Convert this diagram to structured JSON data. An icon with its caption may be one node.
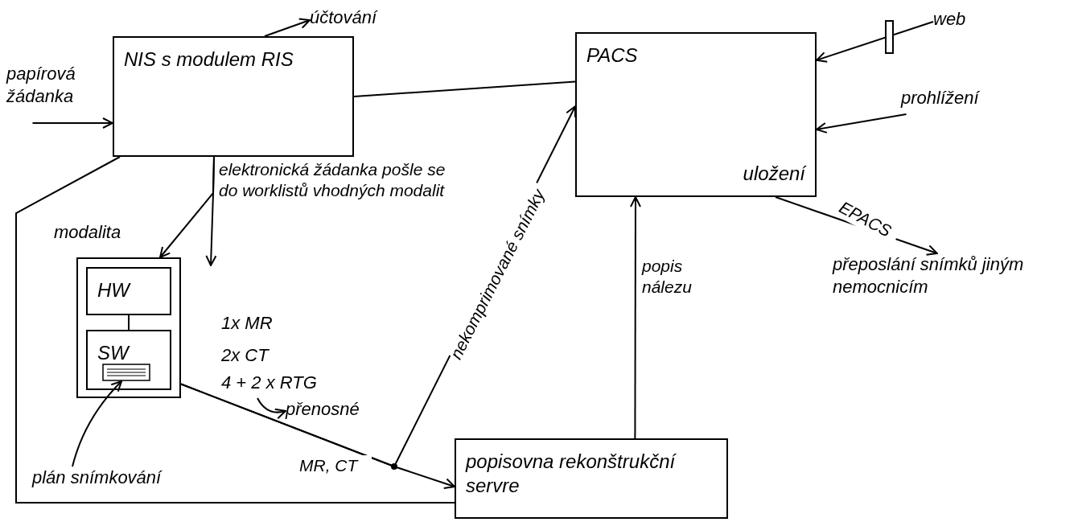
{
  "diagram": {
    "nodes": [
      {
        "text": [
          "papírová žádanka"
        ]
      },
      {
        "text": [
          "NIS s modulem RIS"
        ]
      },
      {
        "text": [
          "účtování"
        ]
      },
      {
        "text": [
          "PACS",
          "uložení"
        ]
      },
      {
        "text": [
          "web"
        ]
      },
      {
        "text": [
          "prohlížení"
        ]
      },
      {
        "text": [
          "přeposlání snímků jiným nemocnicím"
        ]
      },
      {
        "text": [],
        "shape": "box",
        "beside": [
          "modalita"
        ]
      },
      {
        "text": [
          "HW"
        ],
        "in": 7
      },
      {
        "text": [
          "SW"
        ],
        "in": 7
      },
      {
        "text": [],
        "shape": "box",
        "in": 9
      },
      {
        "text": [
          "plán snímkování"
        ]
      },
      {
        "text": [
          "popisovna rekonštrukční servre"
        ]
      },
      {
        "text": [
          "4 + 2 x RTG"
        ]
      },
      {
        "text": [
          "přenosné"
        ]
      }
    ],
    "edges": [
      {
        "from": 0,
        "to": 1,
        "arrow": "to"
      },
      {
        "from": 1,
        "to": 2,
        "arrow": "to"
      },
      {
        "from": 1,
        "to": 3,
        "arrow": "none"
      },
      {
        "from": 1,
        "to": 7,
        "arrow": "to",
        "label": "elektronická žádanka pošle se do worklistů vhodných modalit"
      },
      {
        "from": 1,
        "to": null,
        "arrow": "to"
      },
      {
        "from": 1,
        "to": 12,
        "arrow": "none"
      },
      {
        "from": 7,
        "to": 12,
        "arrow": "to",
        "label": "MR, CT"
      },
      {
        "from": 7,
        "to": 3,
        "arrow": "to",
        "label": "nekomprimované snímky"
      },
      {
        "from": 12,
        "to": 3,
        "arrow": "to",
        "label": "popis nálezu"
      },
      {
        "from": 3,
        "to": 6,
        "arrow": "to",
        "label": "EPACS"
      },
      {
        "from": 4,
        "to": 3,
        "arrow": "to"
      },
      {
        "from": 5,
        "to": 3,
        "arrow": "to"
      },
      {
        "from": 8,
        "to": 9,
        "arrow": "none"
      },
      {
        "from": 11,
        "to": 10,
        "arrow": "to"
      },
      {
        "from": 13,
        "to": 14,
        "arrow": "to"
      }
    ],
    "labels": [
      "1x MR",
      "2x CT"
    ]
  }
}
